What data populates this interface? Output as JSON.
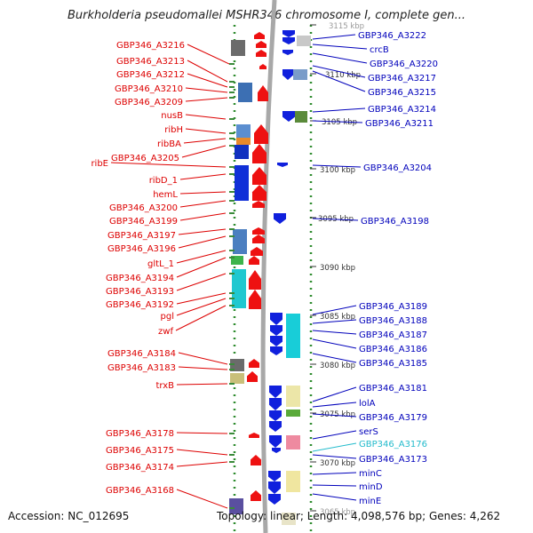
{
  "title": "Burkholderia pseudomallei MSHR346 chromosome I, complete gen...",
  "footer": {
    "accession": "Accession: NC_012695",
    "summary": "Topology: linear; Length: 4,098,576 bp; Genes: 4,262"
  },
  "colors": {
    "left_label": "#dd0000",
    "right_label": "#0000bb",
    "highlight_label": "#22bbcc"
  },
  "left_genes": [
    {
      "label": "GBP346_A3216"
    },
    {
      "label": "GBP346_A3213"
    },
    {
      "label": "GBP346_A3212"
    },
    {
      "label": "GBP346_A3210"
    },
    {
      "label": "GBP346_A3209"
    },
    {
      "label": "nusB"
    },
    {
      "label": "ribH"
    },
    {
      "label": "ribBA"
    },
    {
      "label": "GBP346_A3205"
    },
    {
      "label": "ribE"
    },
    {
      "label": "ribD_1"
    },
    {
      "label": "hemL"
    },
    {
      "label": "GBP346_A3200"
    },
    {
      "label": "GBP346_A3199"
    },
    {
      "label": "GBP346_A3197"
    },
    {
      "label": "GBP346_A3196"
    },
    {
      "label": "gltL_1"
    },
    {
      "label": "GBP346_A3194"
    },
    {
      "label": "GBP346_A3193"
    },
    {
      "label": "GBP346_A3192"
    },
    {
      "label": "pgl"
    },
    {
      "label": "zwf"
    },
    {
      "label": "GBP346_A3184"
    },
    {
      "label": "GBP346_A3183"
    },
    {
      "label": "trxB"
    },
    {
      "label": "GBP346_A3178"
    },
    {
      "label": "GBP346_A3175"
    },
    {
      "label": "GBP346_A3174"
    },
    {
      "label": "GBP346_A3168"
    }
  ],
  "right_genes": [
    {
      "label": "GBP346_A3222"
    },
    {
      "label": "crcB"
    },
    {
      "label": "GBP346_A3220"
    },
    {
      "label": "GBP346_A3217"
    },
    {
      "label": "GBP346_A3215"
    },
    {
      "label": "GBP346_A3214"
    },
    {
      "label": "GBP346_A3211"
    },
    {
      "label": "GBP346_A3204"
    },
    {
      "label": "GBP346_A3198"
    },
    {
      "label": "GBP346_A3189"
    },
    {
      "label": "GBP346_A3188"
    },
    {
      "label": "GBP346_A3187"
    },
    {
      "label": "GBP346_A3186"
    },
    {
      "label": "GBP346_A3185"
    },
    {
      "label": "GBP346_A3181"
    },
    {
      "label": "lolA"
    },
    {
      "label": "GBP346_A3179"
    },
    {
      "label": "serS"
    },
    {
      "label": "GBP346_A3176",
      "highlight": true
    },
    {
      "label": "GBP346_A3173"
    },
    {
      "label": "minC"
    },
    {
      "label": "minD"
    },
    {
      "label": "minE"
    }
  ],
  "ruler": [
    {
      "label": "3115 kbp"
    },
    {
      "label": "3110 kbp"
    },
    {
      "label": "3105 kbp"
    },
    {
      "label": "3100 kbp"
    },
    {
      "label": "3095 kbp"
    },
    {
      "label": "3090 kbp"
    },
    {
      "label": "3085 kbp"
    },
    {
      "label": "3080 kbp"
    },
    {
      "label": "3075 kbp"
    },
    {
      "label": "3070 kbp"
    },
    {
      "label": "3065 kbp"
    }
  ]
}
